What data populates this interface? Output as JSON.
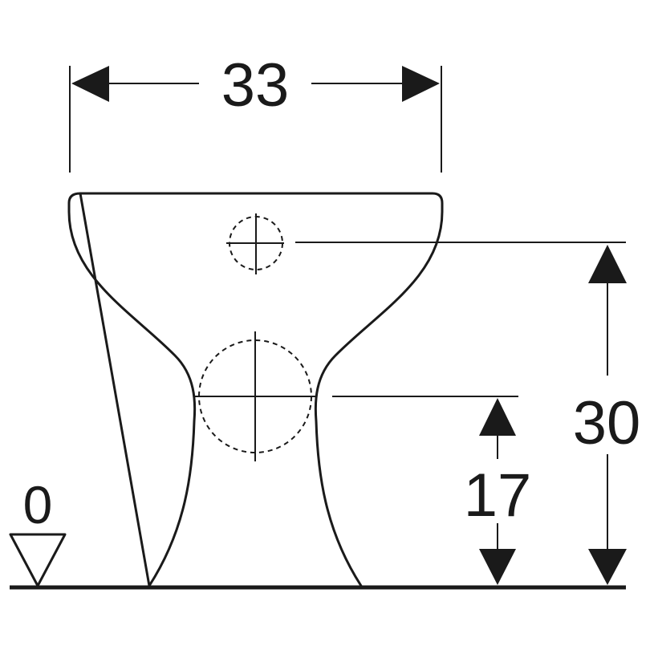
{
  "dimensions": {
    "width": "33",
    "outlet_height": "30",
    "inlet_height": "17",
    "floor_level": "0"
  },
  "colors": {
    "line": "#1a1a1a",
    "background": "#ffffff"
  }
}
